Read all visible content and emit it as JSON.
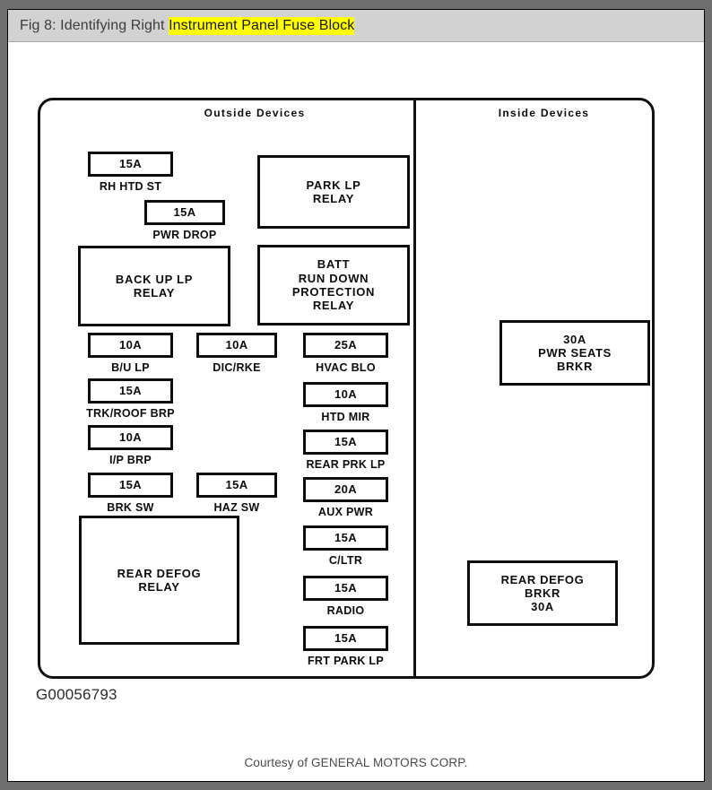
{
  "caption": {
    "prefix": "Fig 8: Identifying Right ",
    "highlight": "Instrument Panel Fuse Block"
  },
  "diagram": {
    "outside_title": "Outside  Devices",
    "inside_title": "Inside  Devices",
    "figure_id": "G00056793",
    "courtesy": "Courtesy of GENERAL MOTORS CORP."
  },
  "outside": {
    "relays": [
      {
        "name": "park-lp-relay",
        "lines": [
          "PARK LP",
          "RELAY"
        ]
      },
      {
        "name": "batt-run-down-protection-relay",
        "lines": [
          "BATT",
          "RUN DOWN",
          "PROTECTION",
          "RELAY"
        ]
      },
      {
        "name": "back-up-lp-relay",
        "lines": [
          "BACK UP LP",
          "RELAY"
        ]
      },
      {
        "name": "rear-defog-relay",
        "lines": [
          "REAR DEFOG",
          "RELAY"
        ]
      }
    ],
    "fuses": [
      {
        "name": "rh-htd-st",
        "rating": "15A",
        "label": "RH HTD ST"
      },
      {
        "name": "pwr-drop",
        "rating": "15A",
        "label": "PWR DROP"
      },
      {
        "name": "bu-lp",
        "rating": "10A",
        "label": "B/U LP"
      },
      {
        "name": "dic-rke",
        "rating": "10A",
        "label": "DIC/RKE"
      },
      {
        "name": "hvac-blo",
        "rating": "25A",
        "label": "HVAC BLO"
      },
      {
        "name": "trk-roof-brp",
        "rating": "15A",
        "label": "TRK/ROOF BRP"
      },
      {
        "name": "htd-mir",
        "rating": "10A",
        "label": "HTD MIR"
      },
      {
        "name": "ip-brp",
        "rating": "10A",
        "label": "I/P BRP"
      },
      {
        "name": "rear-prk-lp",
        "rating": "15A",
        "label": "REAR PRK LP"
      },
      {
        "name": "brk-sw",
        "rating": "15A",
        "label": "BRK SW"
      },
      {
        "name": "haz-sw",
        "rating": "15A",
        "label": "HAZ SW"
      },
      {
        "name": "aux-pwr",
        "rating": "20A",
        "label": "AUX PWR"
      },
      {
        "name": "c-ltr",
        "rating": "15A",
        "label": "C/LTR"
      },
      {
        "name": "radio",
        "rating": "15A",
        "label": "RADIO"
      },
      {
        "name": "frt-park-lp",
        "rating": "15A",
        "label": "FRT PARK LP"
      }
    ]
  },
  "inside": {
    "breakers": [
      {
        "name": "pwr-seats-brkr",
        "lines": [
          "30A",
          "PWR SEATS",
          "BRKR"
        ]
      },
      {
        "name": "rear-defog-brkr",
        "lines": [
          "REAR DEFOG",
          "BRKR",
          "30A"
        ]
      }
    ]
  },
  "colors": {
    "caption_bar": "#d2d2d2",
    "highlight": "#ffff00",
    "ink": "#0d0d0d",
    "page_bg": "#6e6e6e"
  }
}
